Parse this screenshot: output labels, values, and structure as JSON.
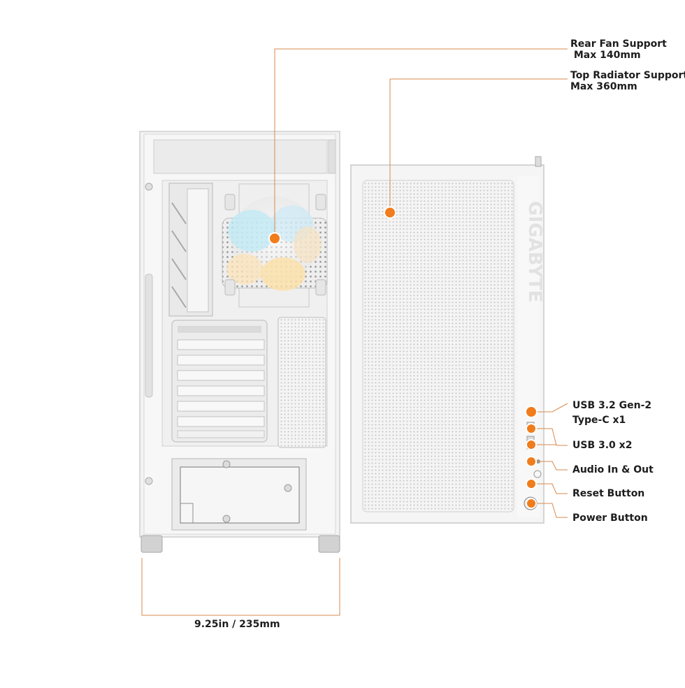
{
  "labels": {
    "rear_fan": {
      "line1": "Rear Fan Support",
      "line2": " Max 140mm"
    },
    "top_radiator": {
      "line1": "Top Radiator Support",
      "line2": "Max 360mm"
    },
    "usb_c": {
      "line1": "USB 3.2 Gen-2",
      "line2": "Type-C x1"
    },
    "usb3": "USB 3.0 x2",
    "audio": "Audio In & Out",
    "reset": "Reset Button",
    "power": "Power Button"
  },
  "dimension": "9.25in / 235mm",
  "brand_text": "GIGABYTE",
  "colors": {
    "accent": "#f07c1c",
    "line": "#d98a4c",
    "case_white": "#f2f2f2",
    "case_edge": "#c9c9c9"
  }
}
